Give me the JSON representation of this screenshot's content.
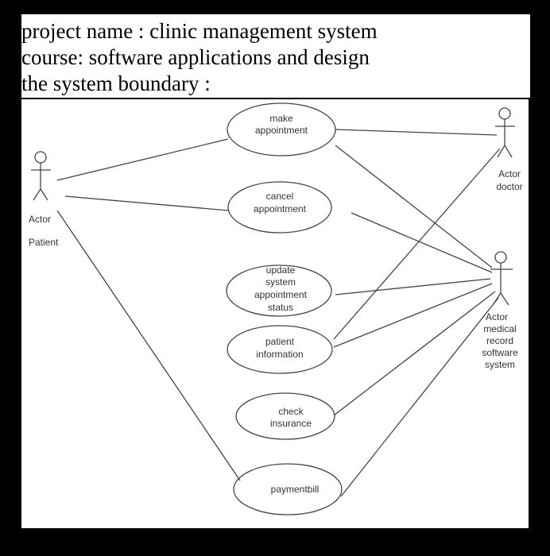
{
  "header": {
    "project_line": "project name : clinic management system",
    "course_line": "course: software applications and design",
    "boundary_line": "the system boundary :"
  },
  "actors": {
    "patient": {
      "role": "Actor",
      "name": "Patient"
    },
    "doctor": {
      "role": "Actor",
      "name": "doctor"
    },
    "records": {
      "role": "Actor",
      "name_lines": [
        "medical",
        "record",
        "software",
        "system"
      ]
    }
  },
  "use_cases": {
    "make_appointment": [
      "make",
      "appointment"
    ],
    "cancel_appointment": [
      "cancel",
      "appointment"
    ],
    "update_status": [
      "update",
      "system",
      "appointment",
      "status"
    ],
    "patient_information": [
      "patient",
      "information"
    ],
    "check_insurance": [
      "check",
      "insurance"
    ],
    "paymentbill": [
      "paymentbill"
    ]
  }
}
